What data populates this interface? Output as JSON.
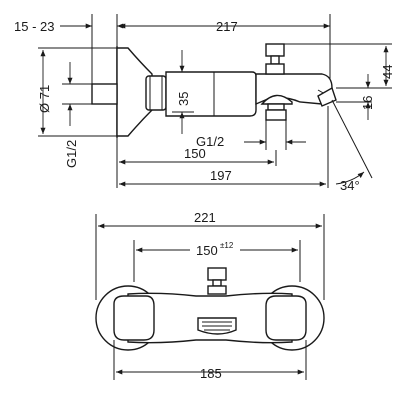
{
  "side_view": {
    "labels": {
      "wall_range": "15 - 23",
      "overall_depth": "217",
      "rosette_diameter": "Ø 71",
      "body_height": "35",
      "connection_thread_left": "G1/2",
      "connection_thread_bottom": "G1/2",
      "spout_height": "44",
      "spout_offset": "16",
      "depth_150": "150",
      "depth_197": "197",
      "spout_angle": "34°"
    }
  },
  "front_view": {
    "labels": {
      "overall_width": "221",
      "centre_distance": "150",
      "centre_tolerance": "±12",
      "rosette_width": "185"
    }
  }
}
